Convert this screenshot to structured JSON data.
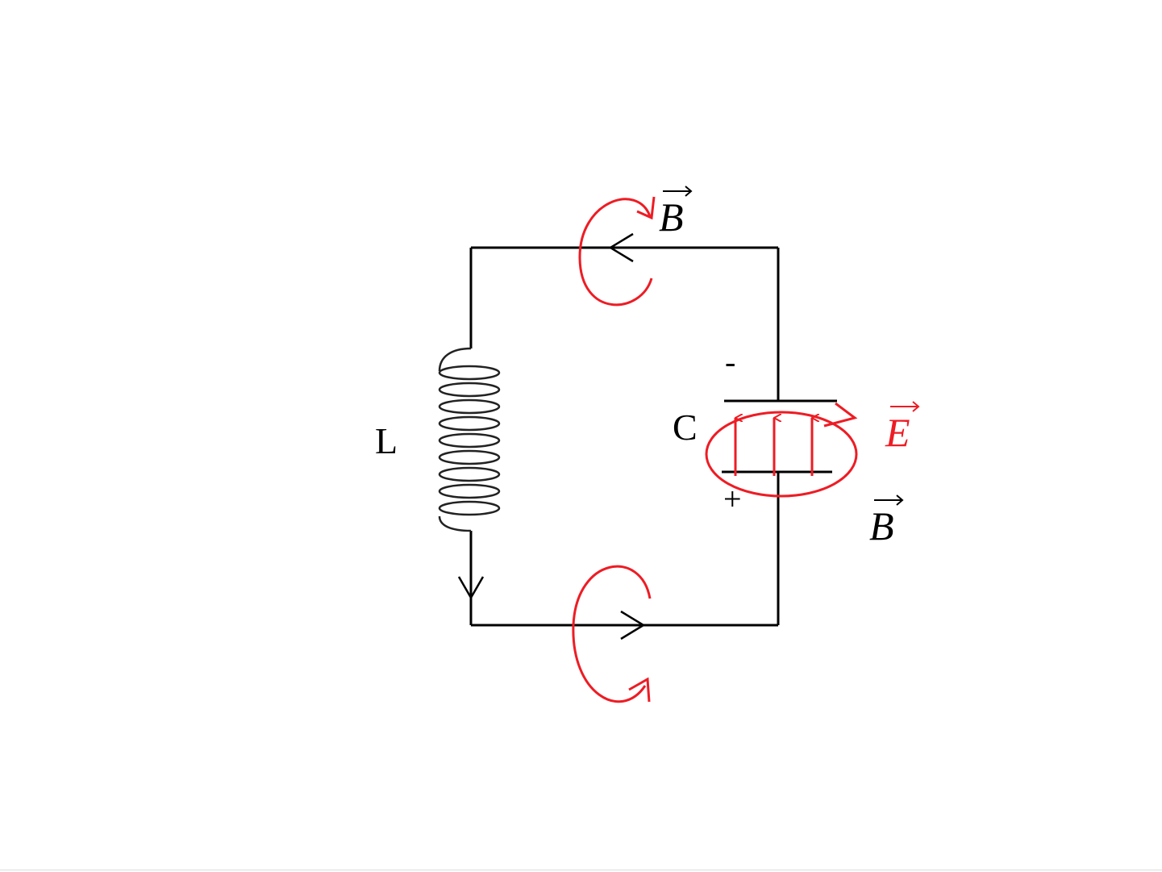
{
  "diagram": {
    "inductor_label": "L",
    "capacitor_label": "C",
    "plate_top_sign": "-",
    "plate_bottom_sign": "+",
    "magnetic_field_top": "B",
    "magnetic_field_capacitor": "B",
    "electric_field": "E",
    "colors": {
      "circuit": "#000000",
      "field": "#ee1c24",
      "label_magnetic": "#000000",
      "label_electric": "#ee1c24"
    }
  }
}
